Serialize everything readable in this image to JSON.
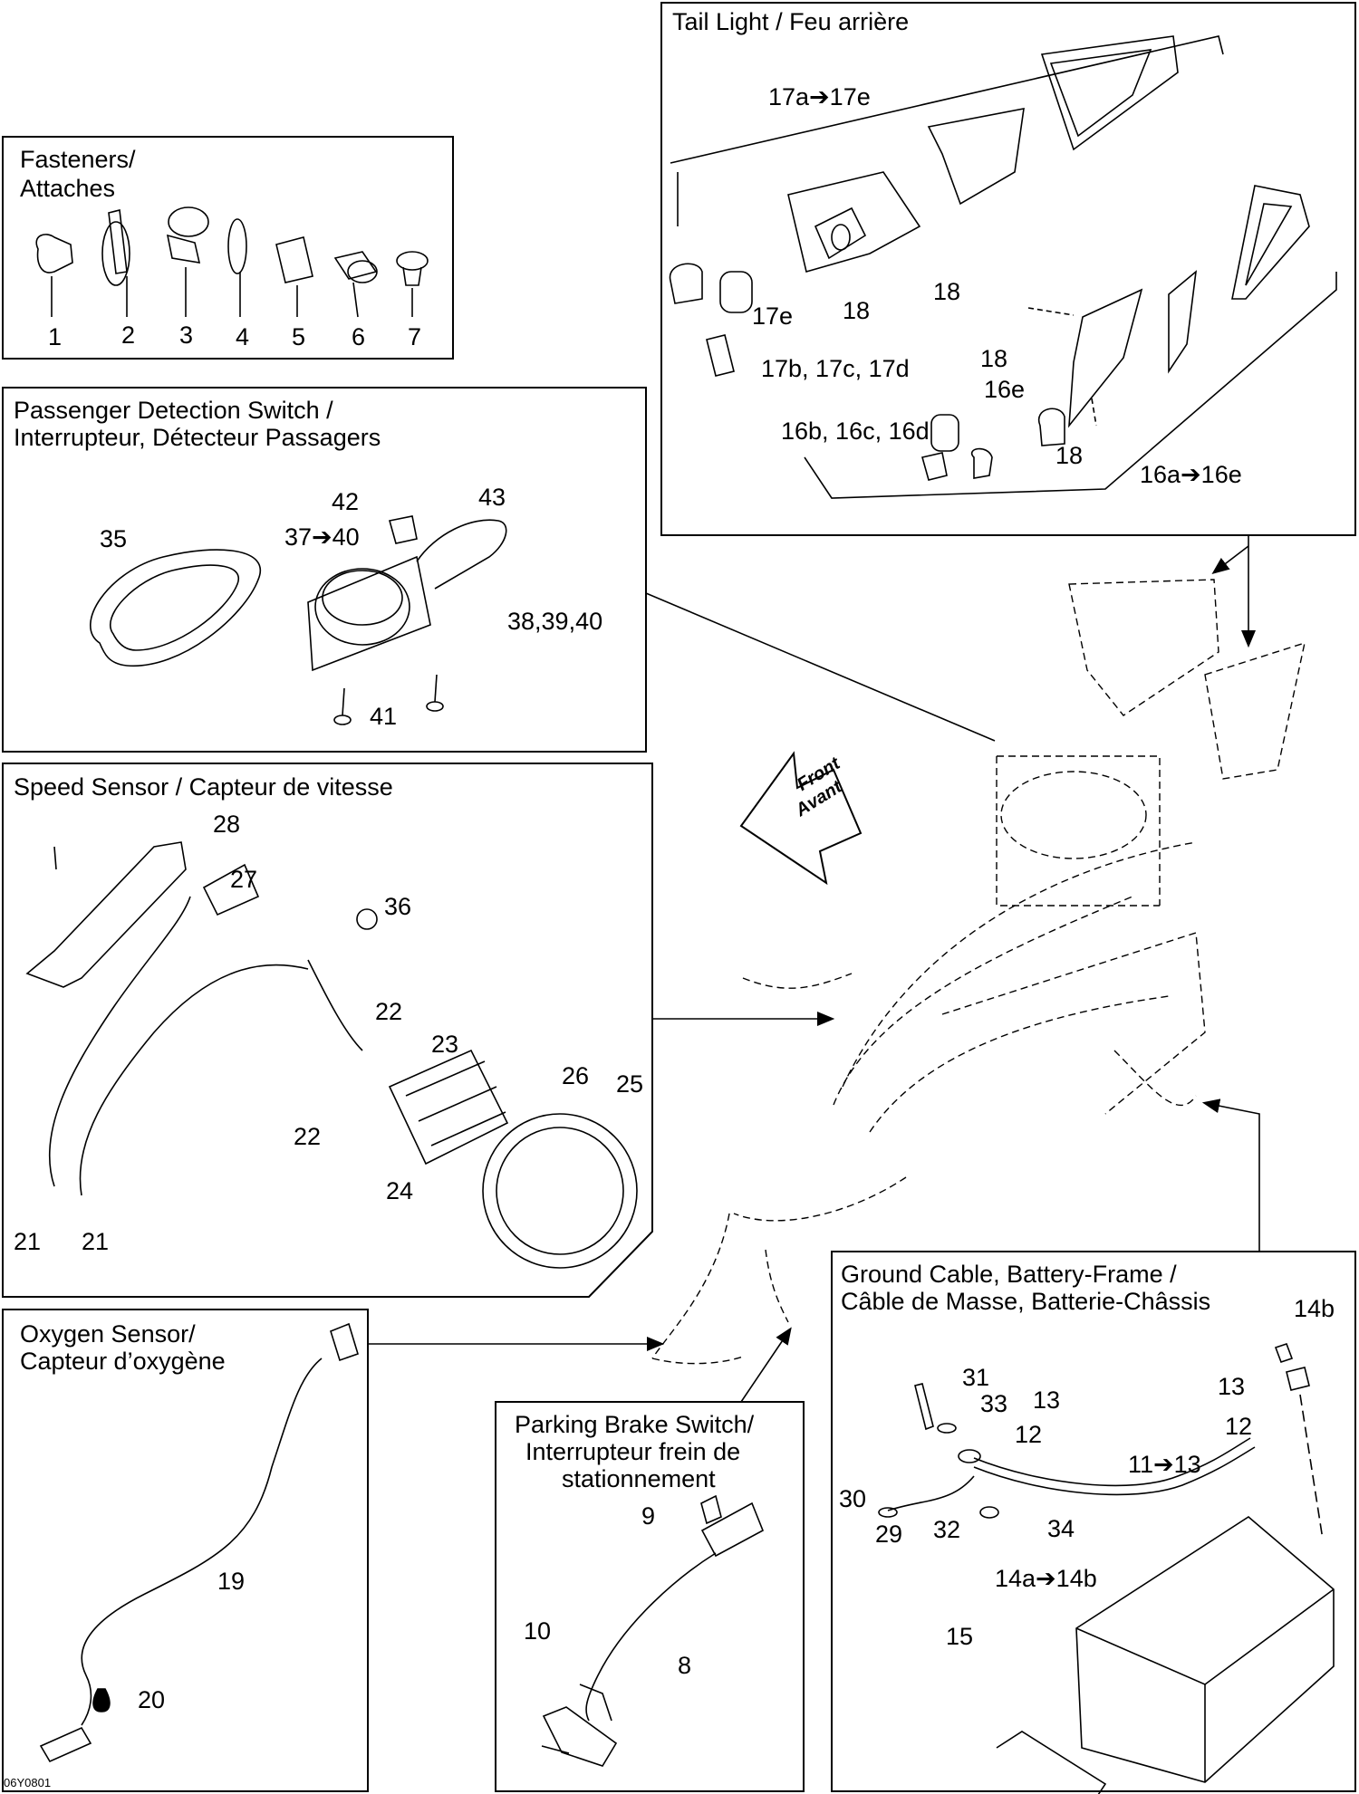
{
  "diagram_code": "06Y0801",
  "front_arrow": {
    "line1": "Front",
    "line2": "Avant"
  },
  "panels": {
    "tail_light": {
      "title": "Tail Light / Feu arrière",
      "labels": {
        "l17a_17e": "17a➔17e",
        "l17e": "17e",
        "l18a": "18",
        "l18b": "18",
        "l17bcd": "17b, 17c, 17d",
        "l18c": "18",
        "l16e": "16e",
        "l16bcd": "16b, 16c, 16d",
        "l18d": "18",
        "l16a_16e": "16a➔16e"
      }
    },
    "fasteners": {
      "title_line1": "Fasteners/",
      "title_line2": "Attaches",
      "items": [
        "1",
        "2",
        "3",
        "4",
        "5",
        "6",
        "7"
      ]
    },
    "passenger": {
      "title_line1": "Passenger Detection Switch /",
      "title_line2": "Interrupteur, Détecteur Passagers",
      "labels": {
        "l35": "35",
        "l42": "42",
        "l43": "43",
        "l37_40": "37➔40",
        "l38_39_40": "38,39,40",
        "l41": "41"
      }
    },
    "speed_sensor": {
      "title": "Speed Sensor / Capteur de vitesse",
      "labels": {
        "l28": "28",
        "l27": "27",
        "l36": "36",
        "l22a": "22",
        "l23": "23",
        "l26": "26",
        "l25": "25",
        "l22b": "22",
        "l24": "24",
        "l21a": "21",
        "l21b": "21"
      }
    },
    "oxygen_sensor": {
      "title_line1": "Oxygen Sensor/",
      "title_line2": "Capteur d’oxygène",
      "labels": {
        "l19": "19",
        "l20": "20"
      }
    },
    "parking_brake": {
      "title_line1": "Parking Brake Switch/",
      "title_line2": "Interrupteur frein de",
      "title_line3": "stationnement",
      "labels": {
        "l9": "9",
        "l10": "10",
        "l8": "8"
      }
    },
    "ground_cable": {
      "title_line1": "Ground Cable, Battery-Frame /",
      "title_line2": "Câble de Masse, Batterie-Châssis",
      "labels": {
        "l14b": "14b",
        "l31": "31",
        "l33": "33",
        "l13a": "13",
        "l13b": "13",
        "l12a": "12",
        "l12b": "12",
        "l11_13": "11➔13",
        "l30": "30",
        "l29": "29",
        "l32": "32",
        "l34": "34",
        "l14a_14b": "14a➔14b",
        "l15": "15"
      }
    }
  }
}
